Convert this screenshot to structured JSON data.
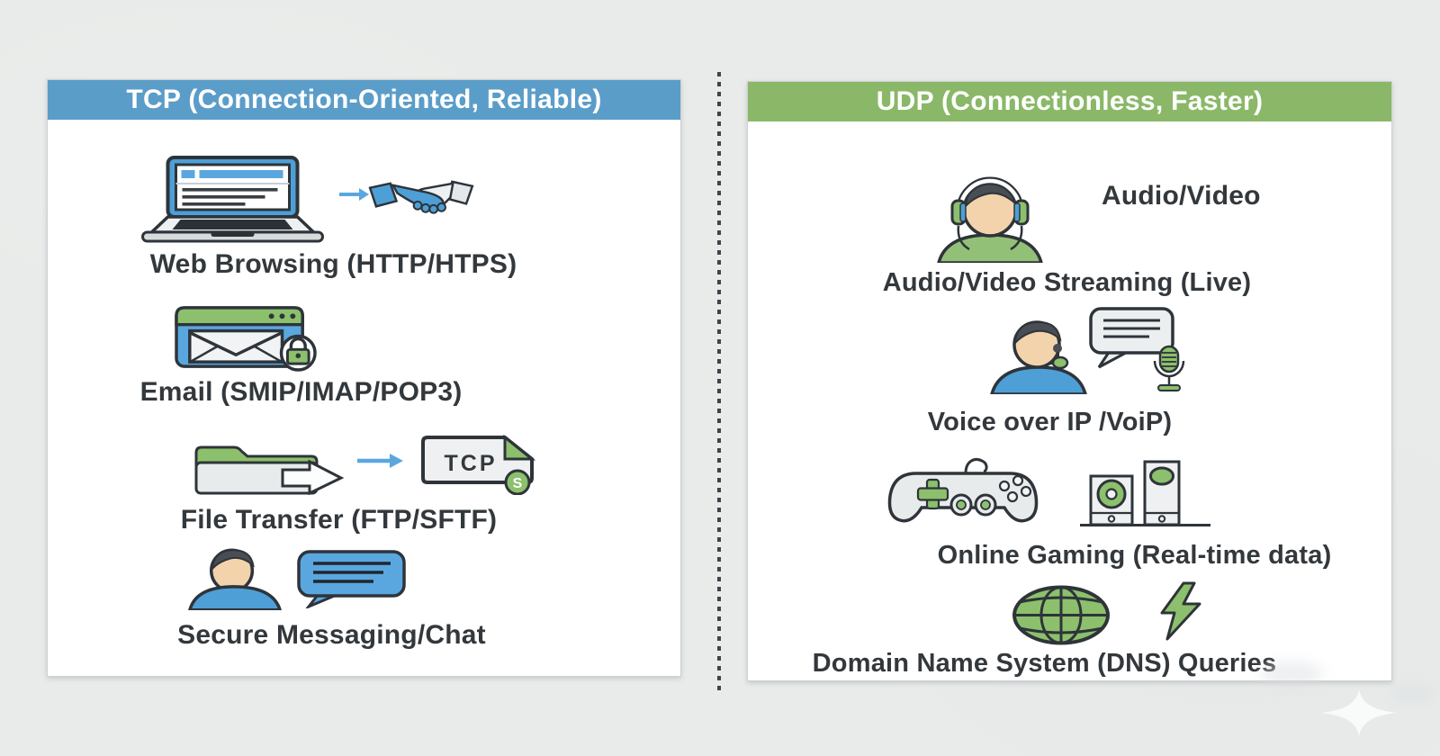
{
  "page": {
    "background_color": "#e9ebea"
  },
  "divider": {
    "style": "vertical-dashed"
  },
  "left_panel": {
    "title": "TCP (Connection-Oriented, Reliable)",
    "header_color": "#5b9dc9",
    "rows": [
      {
        "label": "Web Browsing (HTTP/HTPS)",
        "icons": [
          "laptop-browser-icon",
          "arrow-right-icon",
          "handshake-icon"
        ]
      },
      {
        "label": "Email (SMIP/IMAP/POP3)",
        "icons": [
          "secure-email-icon"
        ]
      },
      {
        "label": "File Transfer (FTP/SFTF)",
        "icons": [
          "folder-export-icon",
          "arrow-right-icon",
          "tcp-file-icon"
        ],
        "file_text": "TCP",
        "file_badge": "S"
      },
      {
        "label": "Secure Messaging/Chat",
        "icons": [
          "person-icon",
          "chat-bubble-icon"
        ]
      }
    ]
  },
  "right_panel": {
    "title": "UDP (Connectionless, Faster)",
    "header_color": "#8ab868",
    "side_label": "Audio/Video",
    "rows": [
      {
        "label": "Audio/Video Streaming (Live)",
        "icons": [
          "headphones-person-icon"
        ]
      },
      {
        "label": "Voice over IP /VoiP)",
        "icons": [
          "headset-person-icon",
          "chat-bubble-icon",
          "microphone-icon"
        ]
      },
      {
        "label": "Online Gaming (Real-time data)",
        "icons": [
          "gamepad-icon",
          "speakers-icon"
        ]
      },
      {
        "label": "Domain Name System (DNS) Queries",
        "icons": [
          "globe-icon",
          "lightning-bolt-icon"
        ]
      }
    ]
  },
  "colors": {
    "tcp_header_blue": "#5b9dc9",
    "udp_header_green": "#8ab868",
    "icon_blue": "#4d9fd6",
    "icon_light_blue": "#5aa7e0",
    "icon_green": "#8cc06c",
    "outline_dark": "#2e343a",
    "label_text": "#33383c",
    "card_background": "#ffffff",
    "page_background": "#e9ebea"
  }
}
